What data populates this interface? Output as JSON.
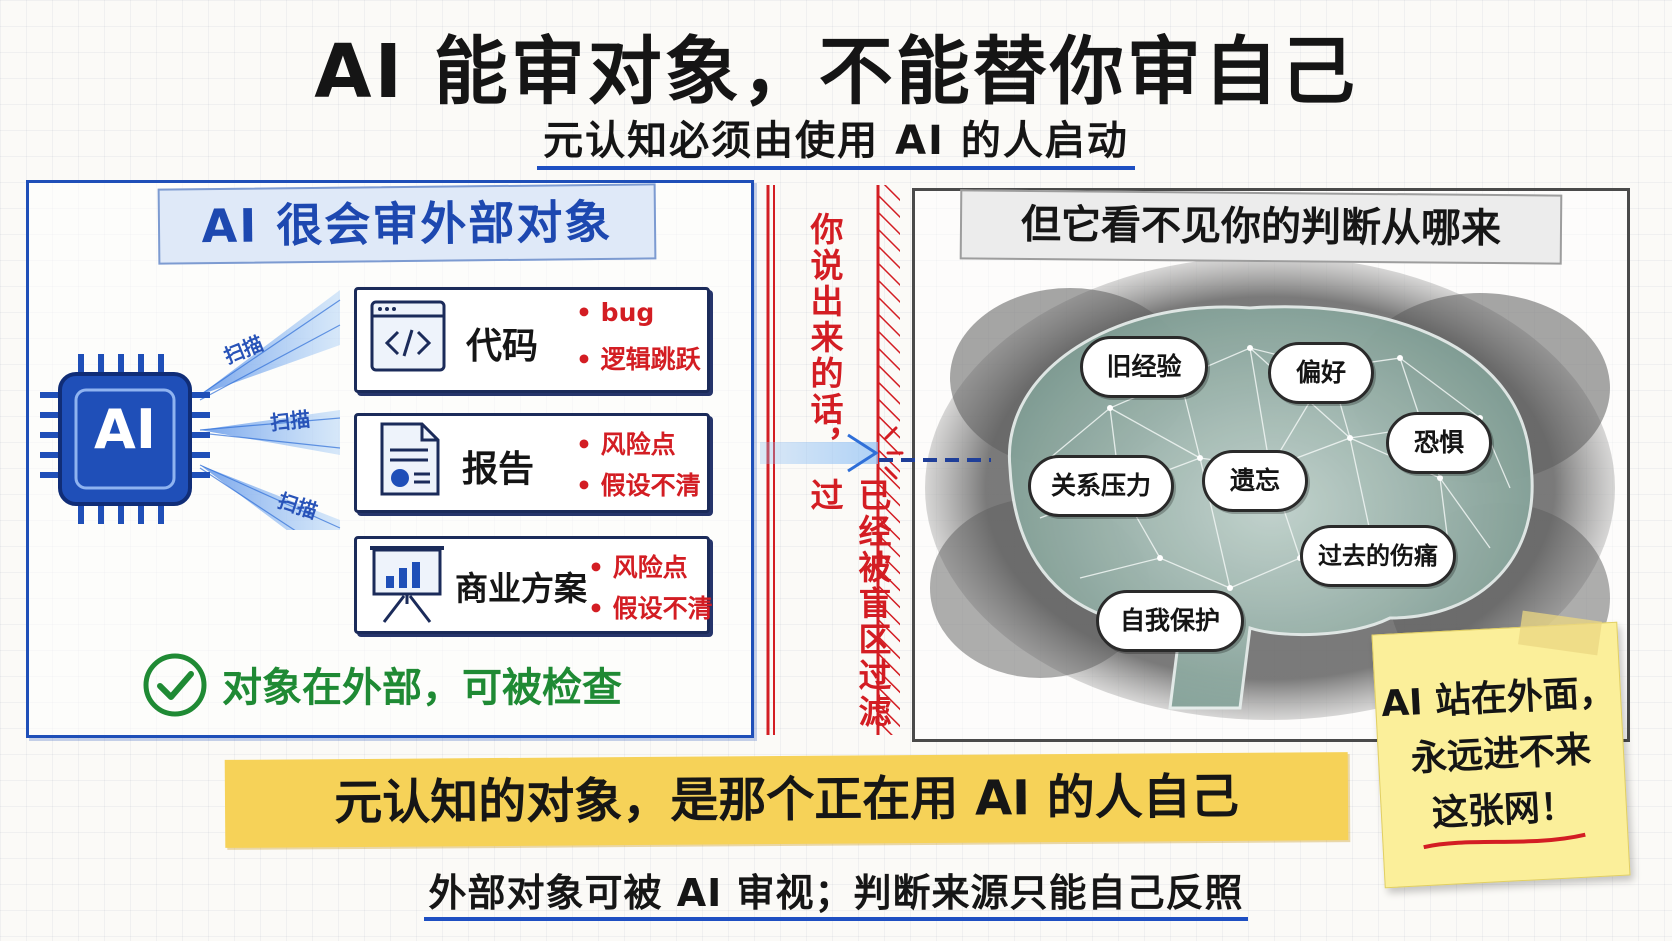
{
  "title": "AI 能审对象，不能替你审自己",
  "subtitle": "元认知必须由使用 AI 的人启动",
  "left": {
    "heading": "AI 很会审外部对象",
    "chip_label": "AI",
    "scan_label": "扫描",
    "objects": [
      {
        "title": "代码",
        "icon": "code-window-icon",
        "notes": [
          "• bug",
          "• 逻辑跳跃"
        ]
      },
      {
        "title": "报告",
        "icon": "report-document-icon",
        "notes": [
          "• 风险点",
          "• 假设不清"
        ]
      },
      {
        "title": "商业方案",
        "icon": "presentation-board-icon",
        "notes": [
          "• 风险点",
          "• 假设不清"
        ]
      }
    ],
    "check_text": "对象在外部，可被检查"
  },
  "middle": {
    "vertical_text_1": "你说出来的话，",
    "vertical_text_2": "已经被盲区过滤过"
  },
  "right": {
    "heading": "但它看不见你的判断从哪来",
    "bubbles": [
      "旧经验",
      "偏好",
      "恐惧",
      "关系压力",
      "遗忘",
      "过去的伤痛",
      "自我保护"
    ]
  },
  "sticky_note": {
    "line1": "AI 站在外面，",
    "line2": "永远进不来",
    "line3": "这张网！"
  },
  "conclusion": "元认知的对象，是那个正在用 AI 的人自己",
  "bottom_note": "外部对象可被 AI 审视；判断来源只能自己反照",
  "colors": {
    "blue": "#1f4fb8",
    "red": "#d31d23",
    "green": "#1f8a34",
    "yellow": "#f6d258",
    "sticky": "#fbef9a"
  }
}
